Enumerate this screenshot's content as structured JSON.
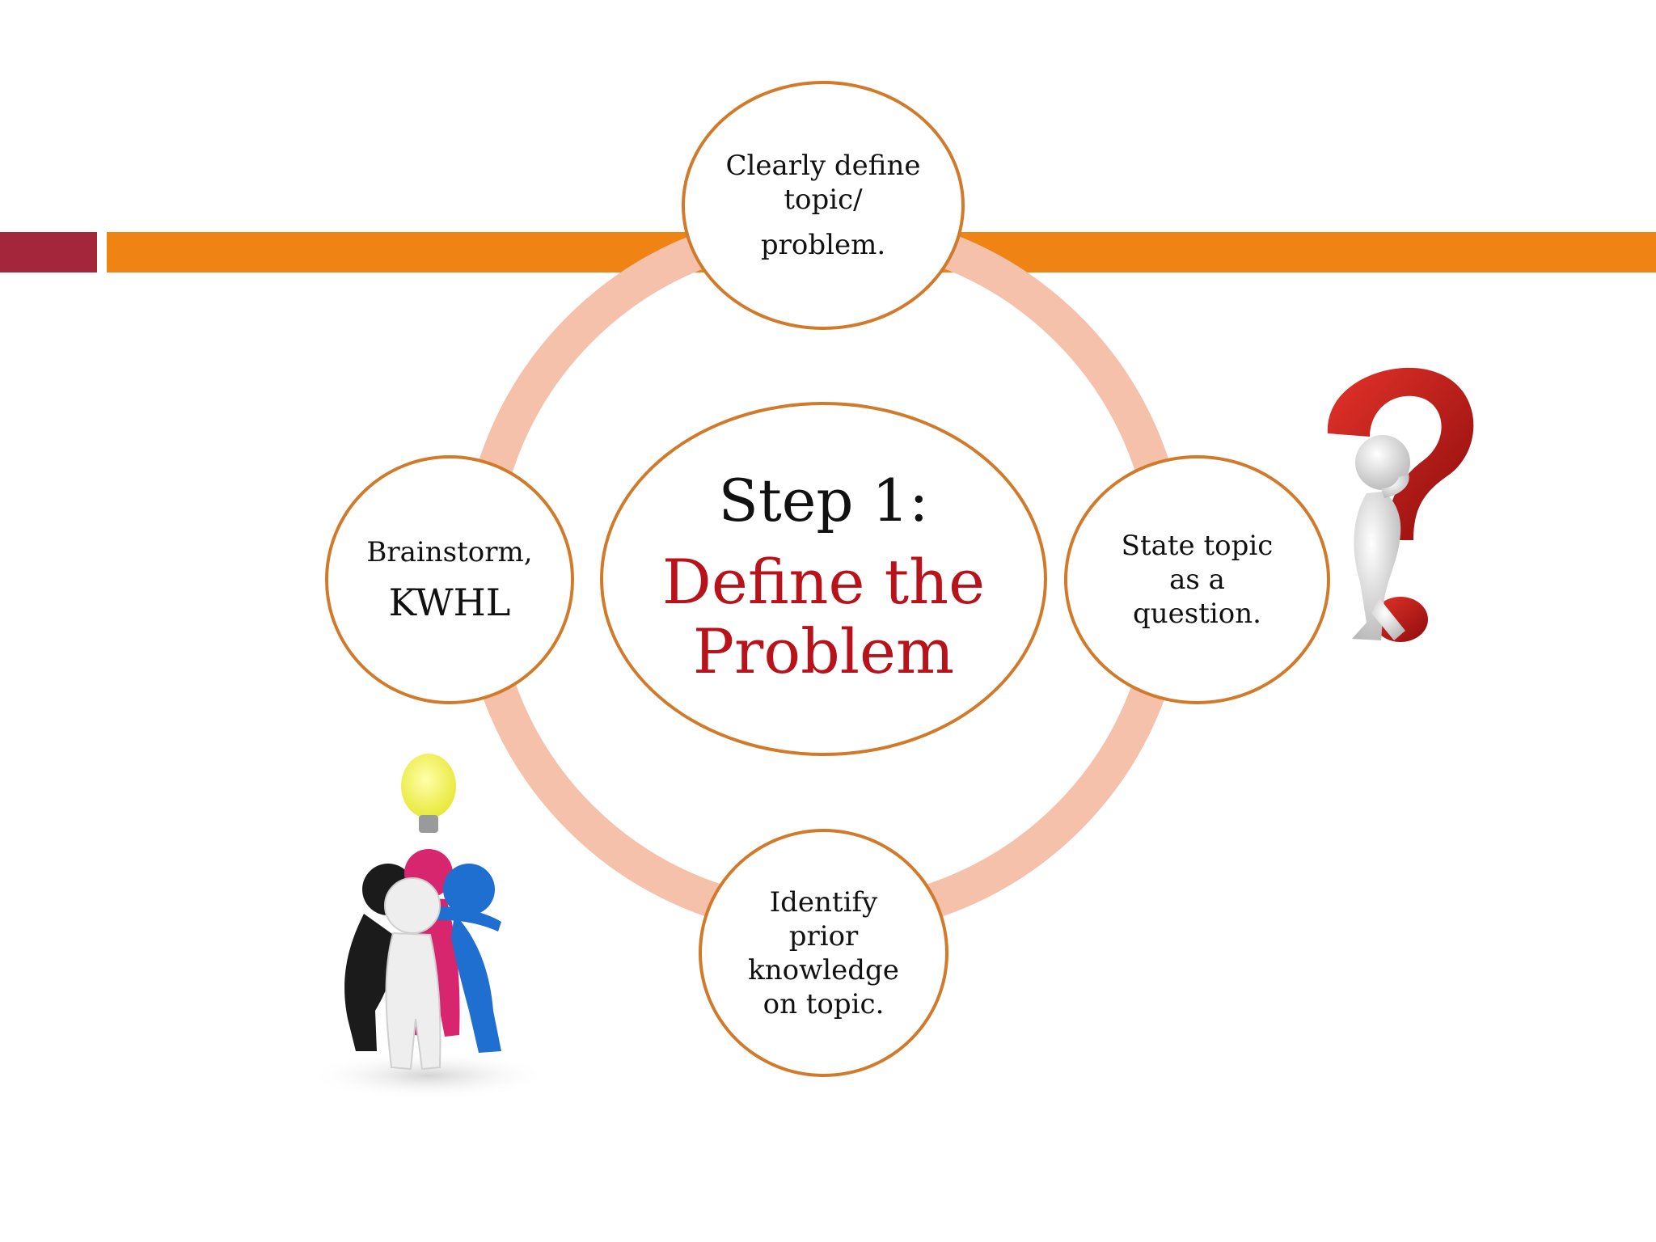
{
  "slide": {
    "accent_red": "#a3263a",
    "accent_orange": "#ef8414",
    "ring_color": "#f6c1aa",
    "circle_border": "#d07a2a",
    "title_color": "#b8121b"
  },
  "center": {
    "step": "Step 1:",
    "title_line1": "Define the",
    "title_line2": "Problem"
  },
  "top": {
    "line1": "Clearly define",
    "line2": "topic/",
    "line3": "problem."
  },
  "right": {
    "line1": "State topic",
    "line2": "as a",
    "line3": "question."
  },
  "bottom": {
    "line1": "Identify",
    "line2": "prior",
    "line3": "knowledge",
    "line4": "on topic."
  },
  "left": {
    "line1": "Brainstorm,",
    "line2": "KWHL"
  },
  "illustrations": {
    "right": "thinking-figure-question-mark-icon",
    "left": "team-huddle-lightbulb-icon"
  }
}
